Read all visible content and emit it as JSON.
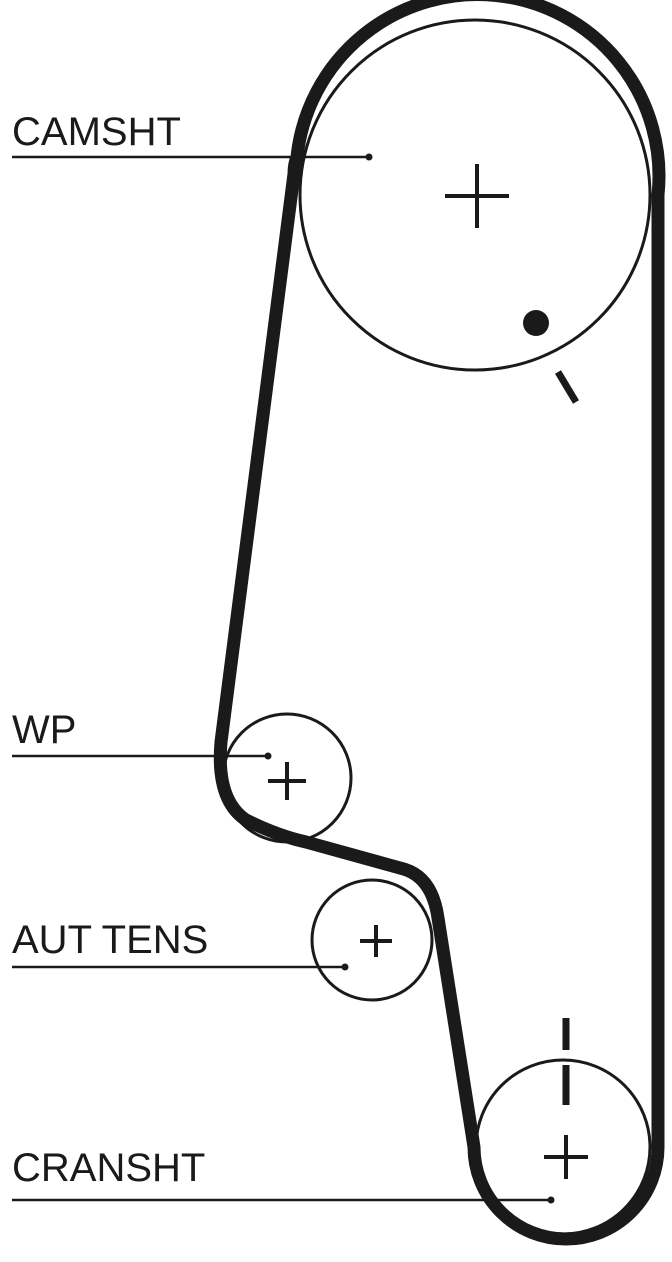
{
  "labels": {
    "camshaft": "CAMSHT",
    "water_pump": "WP",
    "auto_tensioner": "AUT TENS",
    "crankshaft": "CRANSHT"
  },
  "colors": {
    "line": "#1a1a1a",
    "background": "#ffffff"
  }
}
